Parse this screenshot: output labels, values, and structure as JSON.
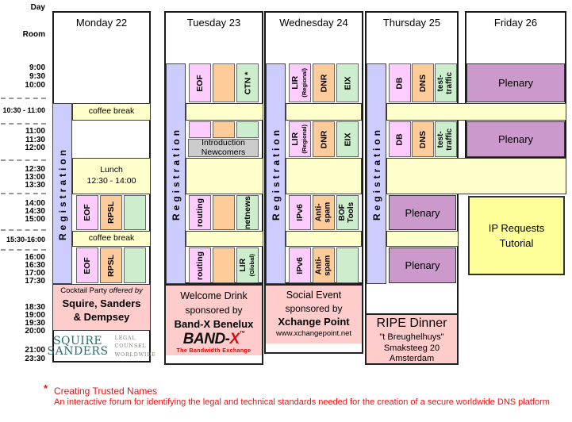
{
  "gutter": {
    "labels": [
      "Day",
      "Room",
      "9:00",
      "9:30",
      "10:00",
      "10:30 - 11:00",
      "11:00",
      "11:30",
      "12:00",
      "12:30",
      "13:00",
      "13:30",
      "14:00",
      "14:30",
      "15:00",
      "15:30-16:00",
      "16:00",
      "16:30",
      "17:00",
      "17:30",
      "18:30",
      "19:00",
      "19:30",
      "20:00",
      "21:00",
      "23:30"
    ]
  },
  "day_headers": [
    "Monday 22",
    "Tuesday 23",
    "Wednesday 24",
    "Thursday 25",
    "Friday 26"
  ],
  "labels": {
    "registration": "Registration",
    "coffee_break": "coffee break",
    "lunch_line1": "Lunch",
    "lunch_line2": "12:30 - 14:00",
    "eof": "EOF",
    "rpsl": "RPSL",
    "ctn": "CTN *",
    "routing": "routing",
    "netnews": "netnews",
    "lir": "LIR",
    "regional": "(Regional)",
    "global": "(Global)",
    "dnr": "DNR",
    "eix": "EIX",
    "db": "DB",
    "dns": "DNS",
    "test_traffic_line1": "test-",
    "test_traffic_line2": "traffic",
    "ipv6": "IPv6",
    "antispam_line1": "Anti-",
    "antispam_line2": "spam",
    "bof_line1": "BOF",
    "bof_line2": "Tools",
    "plenary": "Plenary",
    "newcomers_line1": "Introduction",
    "newcomers_line2": "Newcomers",
    "tutorial_line1": "IP Requests",
    "tutorial_line2": "Tutorial"
  },
  "events": {
    "cocktail": {
      "intro": "Cocktail Party",
      "intro_italic": "offered by",
      "line2": "Squire, Sanders",
      "line3": "& Dempsey"
    },
    "squire_logo": {
      "word1": "SQUIRE",
      "word2": "SANDERS",
      "tag1": "LEGAL",
      "tag2": "COUNSEL",
      "tag3": "WORLDWIDE"
    },
    "welcome": {
      "line1": "Welcome Drink",
      "line2": "sponsored by",
      "line3": "Band-X Benelux",
      "logo_main": "BAND-",
      "logo_x": "X",
      "logo_tm": "™",
      "tagline": "The Bandwidth Exchange"
    },
    "social": {
      "line1": "Social Event",
      "line2": "sponsored by",
      "line3": "Xchange Point",
      "line4": "www.xchangepoint.net"
    },
    "dinner": {
      "line1": "RIPE Dinner",
      "line2": "\"t Breughelhuys\"",
      "line3": "Smaksteeg 20",
      "line4": "Amsterdam"
    }
  },
  "footnote": {
    "star": "*",
    "title": "Creating Trusted Names",
    "body": "An interactive forum for identifying the legal and technical standards needed for the creation of a secure worldwide DNS platform"
  },
  "colors": {
    "registration": "#CCCCFF",
    "session_pink": "#FFCCFF",
    "session_orange": "#FFCC99",
    "session_green": "#CCEECC",
    "plenary_purple": "#CC99CC",
    "break_yellow": "#FFFFCC",
    "tutorial_yellow": "#FFFF99",
    "event_pink": "#FFCCCC",
    "newcomers_gray": "#CCCCCC",
    "footnote_red": "#EE1111",
    "squire_teal": "#2E6C6C",
    "bandx_red": "#CC1111"
  }
}
